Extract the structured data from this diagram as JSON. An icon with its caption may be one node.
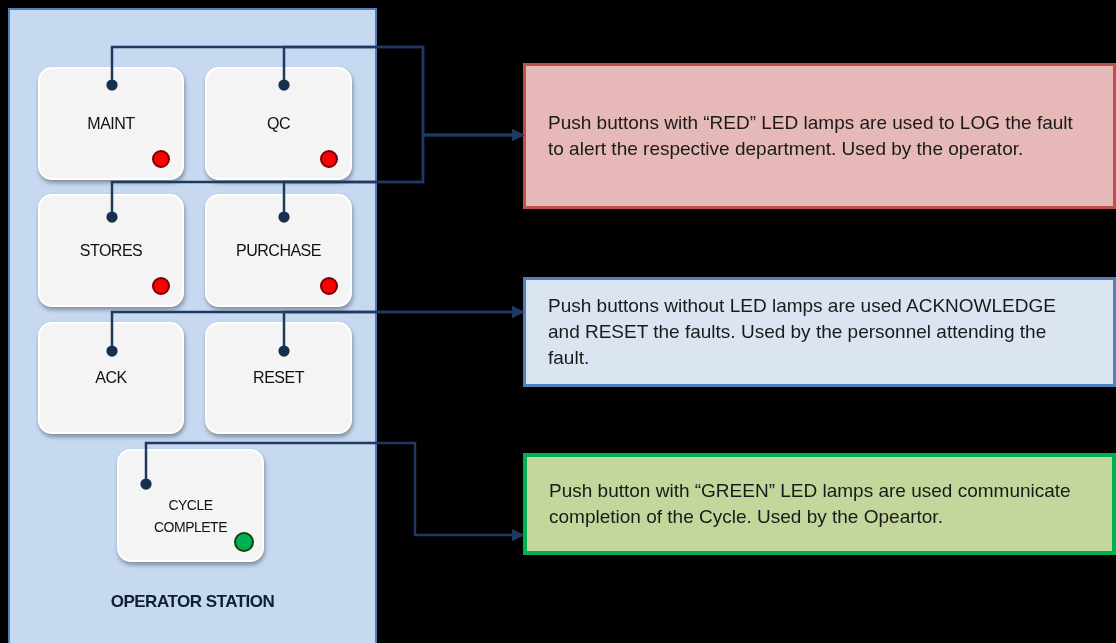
{
  "diagram": {
    "nodes": [
      {
        "text": [
          "OPERATOR STATION"
        ]
      },
      {
        "text": [
          "MAINT"
        ],
        "in": 0
      },
      {
        "text": [
          "QC"
        ],
        "in": 0
      },
      {
        "text": [
          "STORES"
        ],
        "in": 0
      },
      {
        "text": [
          "PURCHASE"
        ],
        "in": 0
      },
      {
        "text": [
          "ACK"
        ],
        "in": 0
      },
      {
        "text": [
          "RESET"
        ],
        "in": 0
      },
      {
        "text": [
          "CYCLE COMPLETE"
        ],
        "in": 0
      },
      {
        "text": [
          "Push buttons with “RED” LED lamps are used to LOG the fault to alert the respective department. Used by the operator."
        ]
      },
      {
        "text": [
          "Push buttons without LED lamps are used ACKNOWLEDGE and RESET the faults. Used by the personnel attending the fault."
        ]
      },
      {
        "text": [
          "Push button with “GREEN” LED lamps are used communicate completion of the Cycle. Used by the Opeartor."
        ]
      }
    ],
    "edges": [
      {
        "from": 1,
        "to": 8,
        "arrow": "to"
      },
      {
        "from": 2,
        "to": 8,
        "arrow": "to"
      },
      {
        "from": 3,
        "to": 8,
        "arrow": "to"
      },
      {
        "from": 4,
        "to": 8,
        "arrow": "to"
      },
      {
        "from": 5,
        "to": 9,
        "arrow": "to"
      },
      {
        "from": 6,
        "to": 9,
        "arrow": "to"
      },
      {
        "from": 7,
        "to": 10,
        "arrow": "to"
      }
    ]
  }
}
